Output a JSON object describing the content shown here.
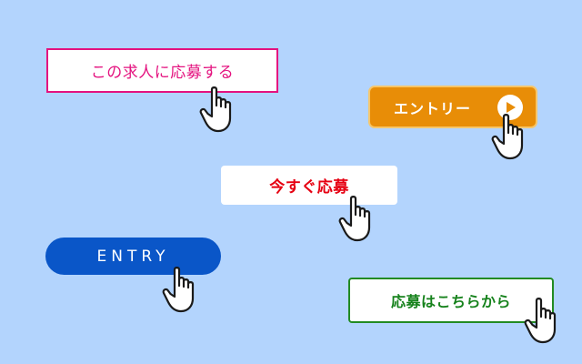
{
  "buttons": {
    "apply_job": "この求人に応募する",
    "entry_orange": "エントリー",
    "apply_now": "今すぐ応募",
    "entry_blue": "ENTRY",
    "apply_here": "応募はこちらから"
  },
  "icons": {
    "play": "play-icon",
    "cursor": "hand-pointer-icon"
  },
  "colors": {
    "background": "#b3d4fd",
    "pink": "#e4127f",
    "orange": "#e88d07",
    "red": "#e60012",
    "blue": "#0a56c8",
    "green": "#228b22"
  }
}
